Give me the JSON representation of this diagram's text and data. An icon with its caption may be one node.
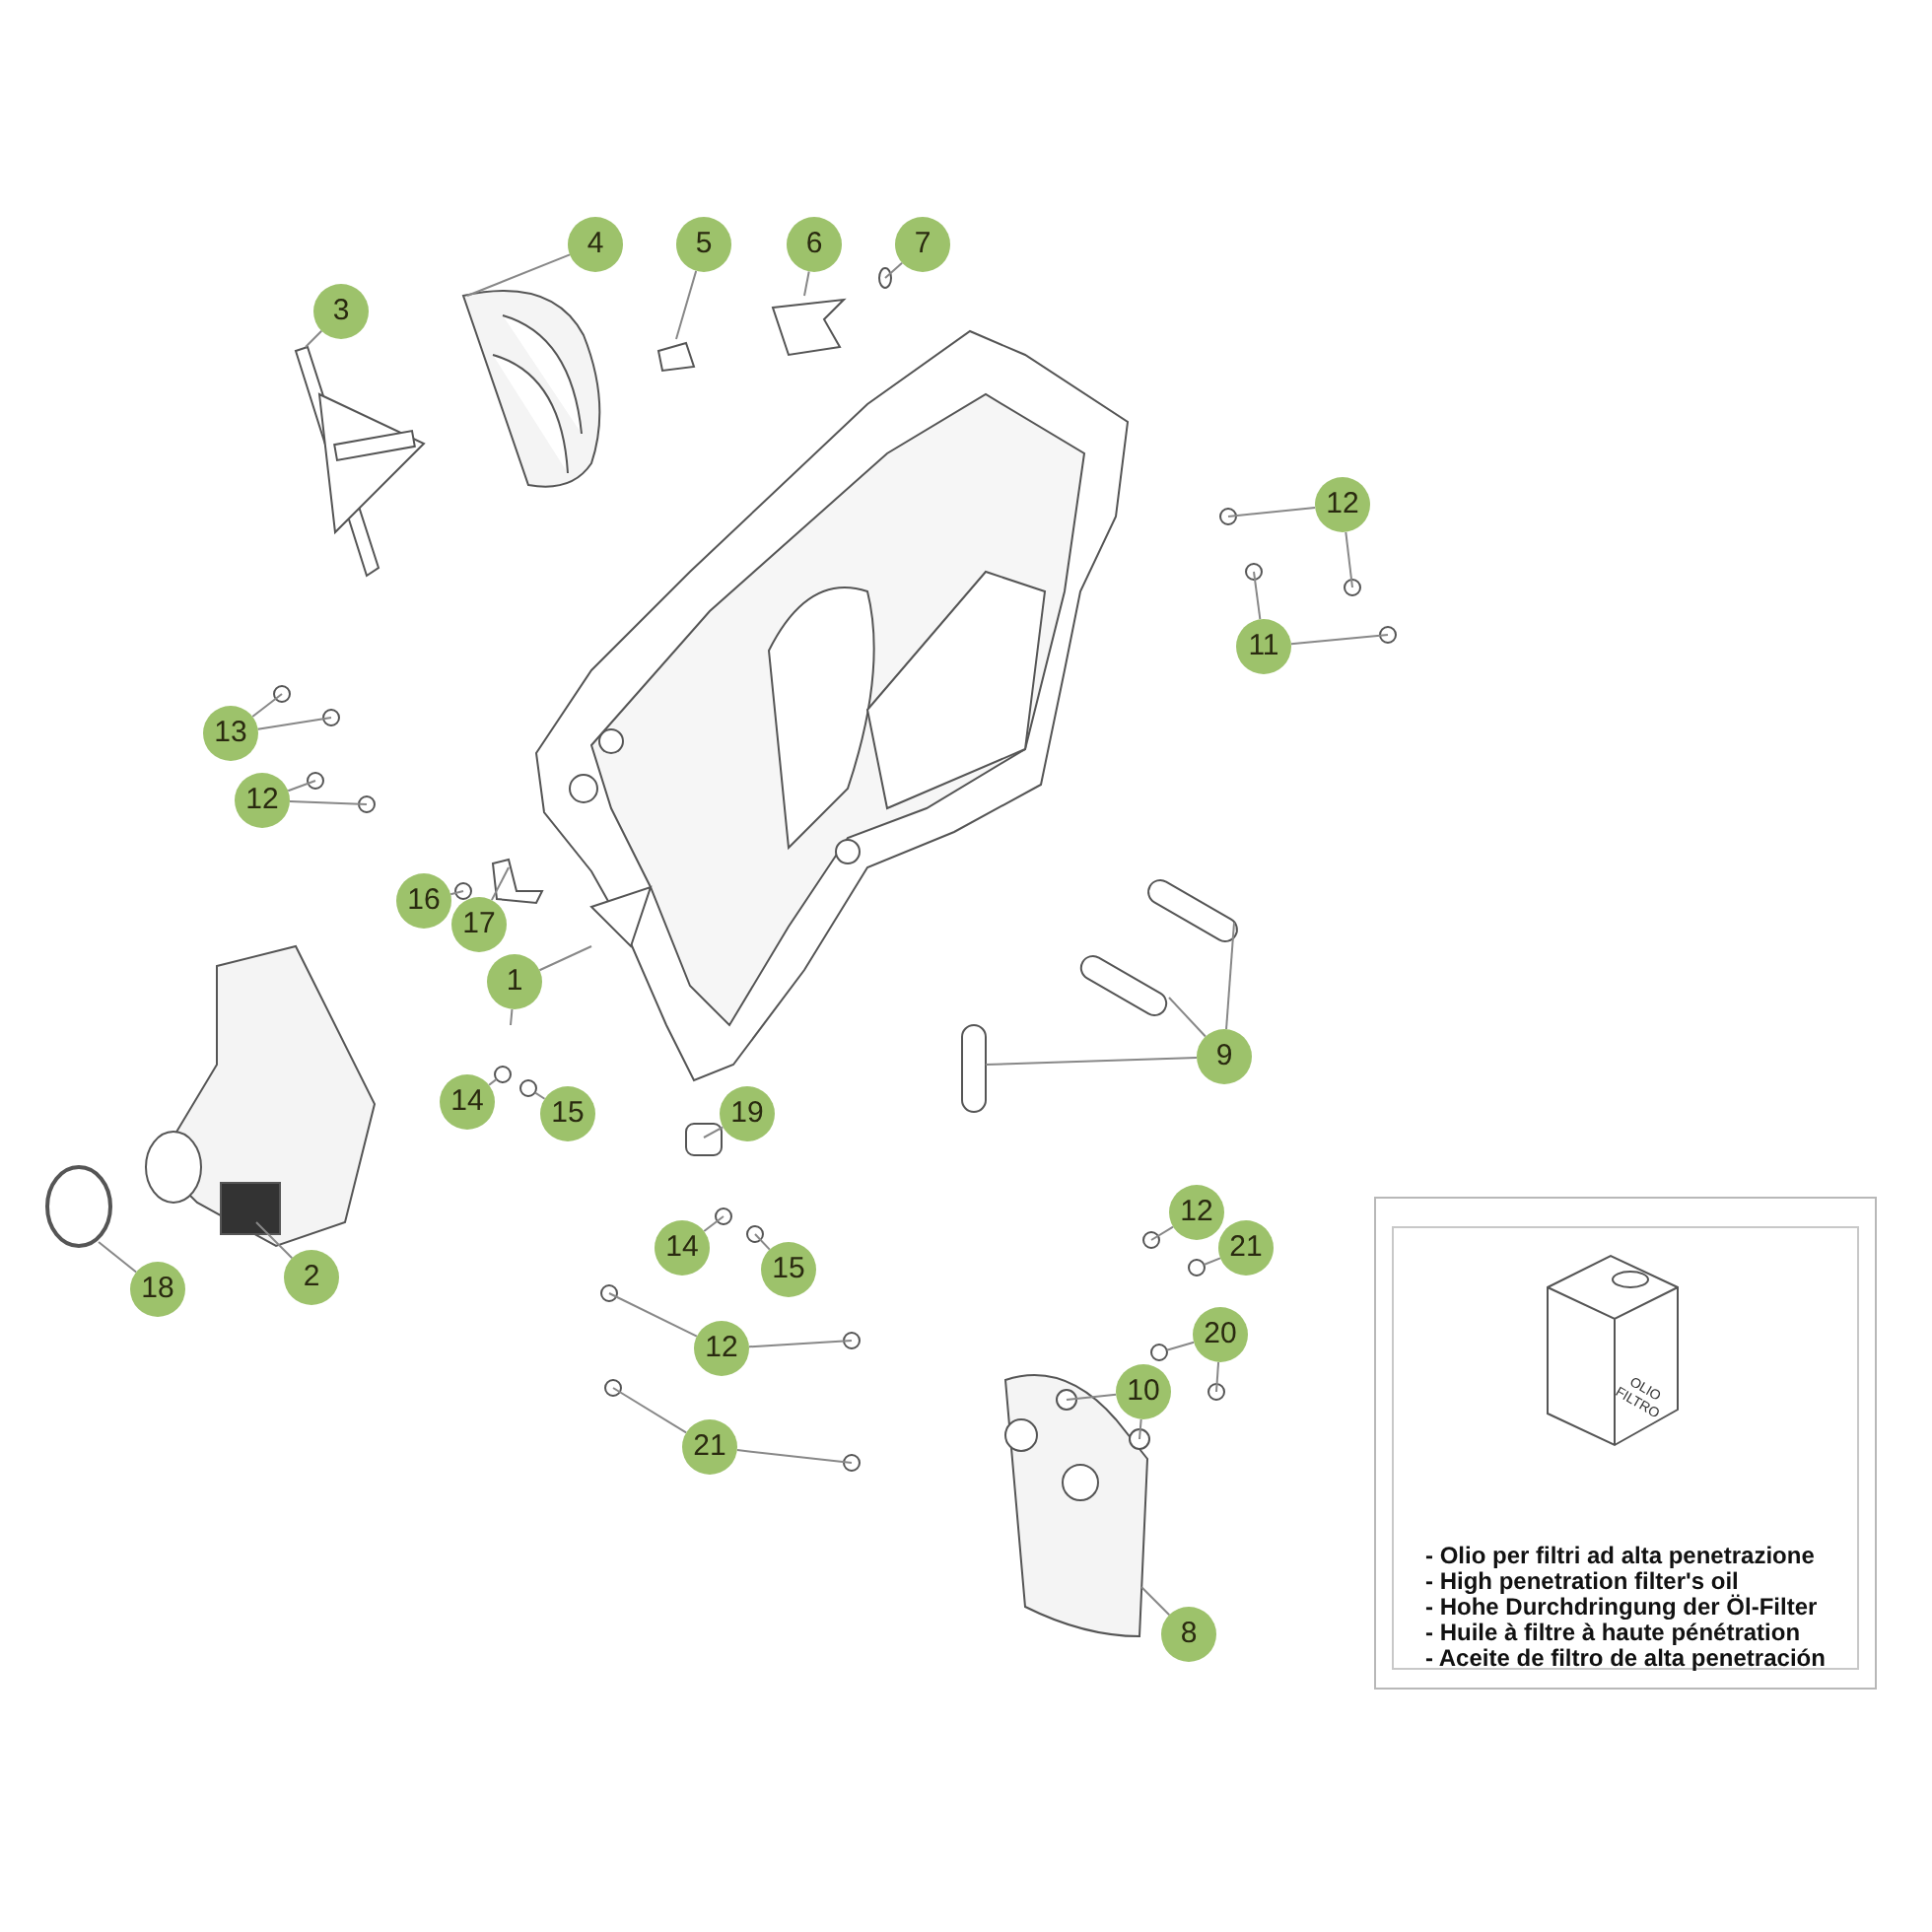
{
  "diagram": {
    "nodes": [
      {
        "text": [
          "4"
        ]
      },
      {
        "text": [
          "5"
        ]
      },
      {
        "text": [
          "6"
        ]
      },
      {
        "text": [
          "7"
        ]
      },
      {
        "text": [
          "3"
        ]
      },
      {
        "text": [
          "12"
        ]
      },
      {
        "text": [
          "11"
        ]
      },
      {
        "text": [
          "13"
        ]
      },
      {
        "text": [
          "12"
        ]
      },
      {
        "text": [
          "16"
        ]
      },
      {
        "text": [
          "17"
        ]
      },
      {
        "text": [
          "1"
        ]
      },
      {
        "text": [
          "9"
        ]
      },
      {
        "text": [
          "14"
        ]
      },
      {
        "text": [
          "15"
        ]
      },
      {
        "text": [
          "19"
        ]
      },
      {
        "text": [
          "12"
        ]
      },
      {
        "text": [
          "21"
        ]
      },
      {
        "text": [
          "14"
        ]
      },
      {
        "text": [
          "15"
        ]
      },
      {
        "text": [
          "2"
        ]
      },
      {
        "text": [
          "18"
        ]
      },
      {
        "text": [
          "20"
        ]
      },
      {
        "text": [
          "12"
        ]
      },
      {
        "text": [
          "10"
        ]
      },
      {
        "text": [
          "21"
        ]
      },
      {
        "text": [
          "8"
        ]
      },
      {
        "text": [],
        "shape": "circle"
      },
      {
        "text": [],
        "shape": "circle"
      },
      {
        "text": [],
        "shape": "circle"
      },
      {
        "text": [],
        "shape": "circle"
      },
      {
        "text": [],
        "shape": "picture"
      }
    ],
    "edges": [
      {
        "from": 0,
        "to": null,
        "arrow": "none"
      },
      {
        "from": 1,
        "to": null,
        "arrow": "none"
      },
      {
        "from": 2,
        "to": null,
        "arrow": "none"
      },
      {
        "from": 3,
        "to": null,
        "arrow": "none"
      },
      {
        "from": 4,
        "to": null,
        "arrow": "none"
      },
      {
        "from": 5,
        "to": null,
        "arrow": "none"
      },
      {
        "from": 5,
        "to": null,
        "arrow": "none"
      },
      {
        "from": 6,
        "to": null,
        "arrow": "none"
      },
      {
        "from": 6,
        "to": null,
        "arrow": "none"
      },
      {
        "from": 7,
        "to": null,
        "arrow": "none"
      },
      {
        "from": 7,
        "to": null,
        "arrow": "none"
      },
      {
        "from": 8,
        "to": null,
        "arrow": "none"
      },
      {
        "from": 8,
        "to": null,
        "arrow": "none"
      },
      {
        "from": 9,
        "to": null,
        "arrow": "none"
      },
      {
        "from": 10,
        "to": null,
        "arrow": "none"
      },
      {
        "from": 11,
        "to": null,
        "arrow": "none"
      },
      {
        "from": 11,
        "to": null,
        "arrow": "none"
      },
      {
        "from": 12,
        "to": null,
        "arrow": "none"
      },
      {
        "from": 12,
        "to": null,
        "arrow": "none"
      },
      {
        "from": 12,
        "to": null,
        "arrow": "none"
      },
      {
        "from": 13,
        "to": 27,
        "arrow": "none"
      },
      {
        "from": 14,
        "to": 28,
        "arrow": "none"
      },
      {
        "from": 15,
        "to": null,
        "arrow": "none"
      },
      {
        "from": 16,
        "to": null,
        "arrow": "none"
      },
      {
        "from": 17,
        "to": 29,
        "arrow": "none"
      },
      {
        "from": 18,
        "to": null,
        "arrow": "none"
      },
      {
        "from": 19,
        "to": null,
        "arrow": "none"
      },
      {
        "from": 20,
        "to": null,
        "arrow": "none"
      },
      {
        "from": 21,
        "to": null,
        "arrow": "none"
      },
      {
        "from": 22,
        "to": 30,
        "arrow": "none"
      },
      {
        "from": 22,
        "to": null,
        "arrow": "none"
      },
      {
        "from": 23,
        "to": null,
        "arrow": "none"
      },
      {
        "from": 23,
        "to": null,
        "arrow": "none"
      },
      {
        "from": 24,
        "to": 31,
        "arrow": "none"
      },
      {
        "from": 24,
        "to": 31,
        "arrow": "none"
      },
      {
        "from": 25,
        "to": null,
        "arrow": "none"
      },
      {
        "from": 25,
        "to": null,
        "arrow": "none"
      },
      {
        "from": 26,
        "to": 31,
        "arrow": "none"
      }
    ],
    "labels": [
      "OLIO FILTRO",
      "- Olio per filtri ad alta penetrazione",
      "- High penetration filter's oil",
      "- Hohe Durchdringung der Öl-Filter",
      "- Huile à filtre à haute pénétration",
      "- Aceite de filtro de alta penetración"
    ]
  }
}
